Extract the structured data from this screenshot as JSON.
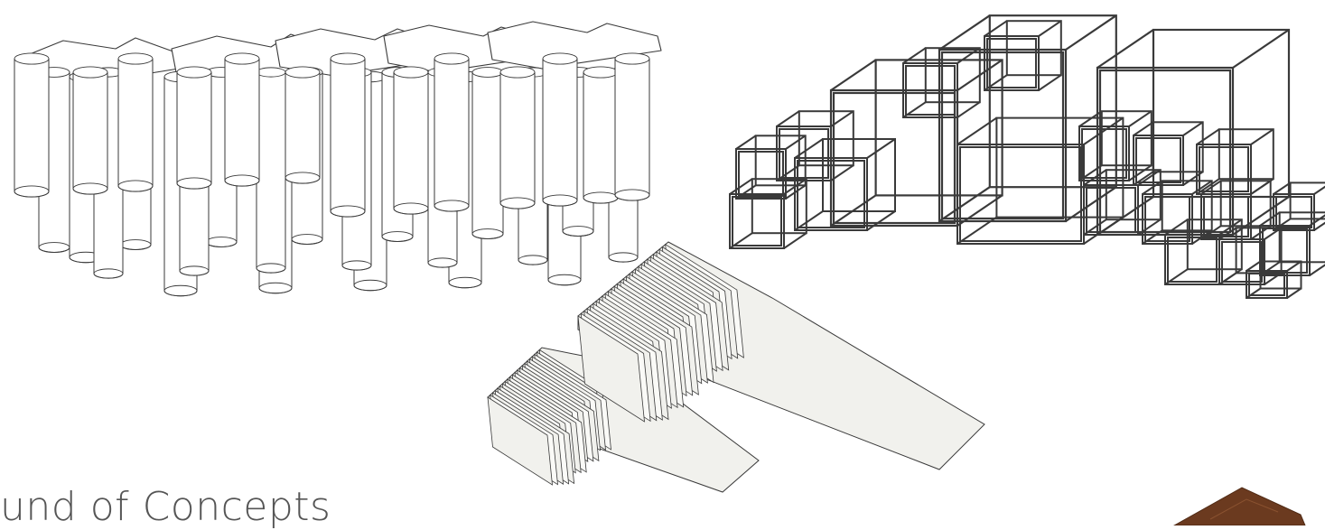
{
  "caption": "und of Concepts",
  "illustrations": [
    {
      "name": "hanging-tubes-model"
    },
    {
      "name": "stacked-cube-frames-model"
    },
    {
      "name": "layered-fin-panels-model"
    },
    {
      "name": "wood-sample"
    }
  ],
  "colors": {
    "line": "#3a3a3a",
    "fill": "#ffffff",
    "panel_fill": "#f1f1ed",
    "wood": "#6b3a1f",
    "caption": "#555555"
  }
}
